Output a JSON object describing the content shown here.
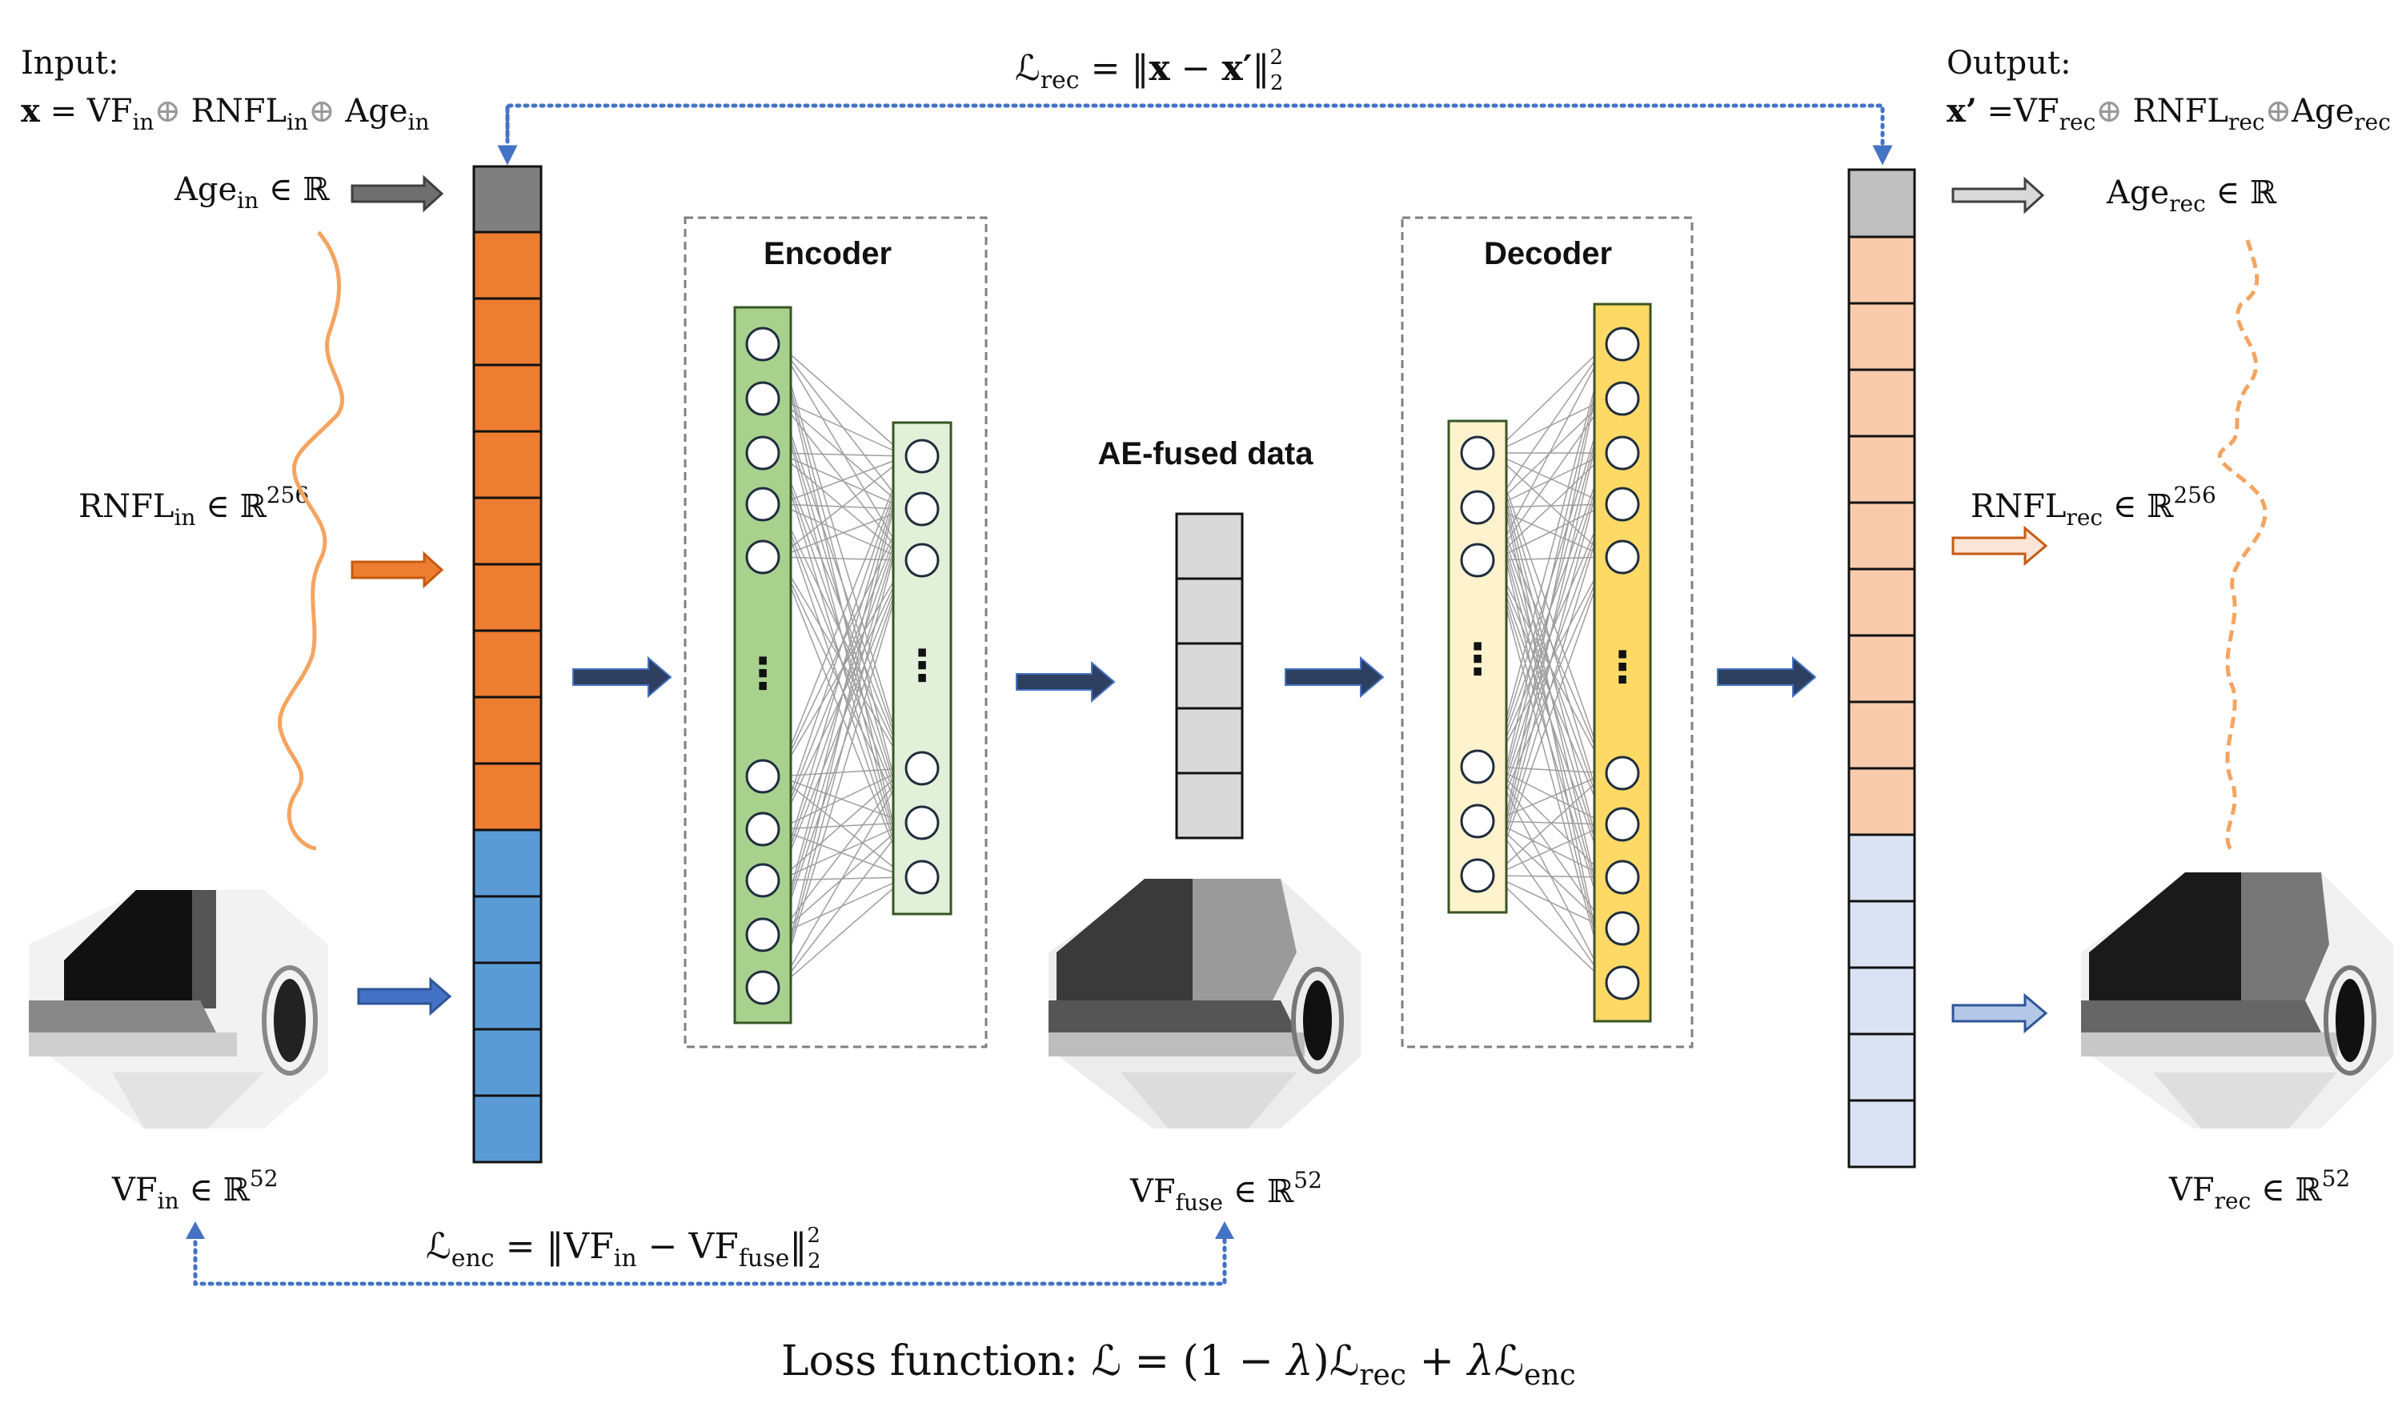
{
  "input": {
    "heading": "Input:",
    "formula": {
      "x": "x",
      "eq": " = VF",
      "vf_sub": "in",
      "p1": "⊕",
      "rnfl": " RNFL",
      "rnfl_sub": "in",
      "p2": "⊕",
      "age": " Age",
      "age_sub": "in"
    }
  },
  "output": {
    "heading": "Output:",
    "formula": {
      "x": "x’",
      "eq": " =VF",
      "vf_sub": "rec",
      "p1": "⊕",
      "rnfl": " RNFL",
      "rnfl_sub": "rec",
      "p2": "⊕",
      "age": "Age",
      "age_sub": "rec"
    }
  },
  "labels": {
    "age_in": {
      "base": "Age",
      "sub": "in",
      "rest": " ∈ ℝ"
    },
    "rnfl_in": {
      "base": "RNFL",
      "sub": "in",
      "rest": " ∈ ℝ",
      "sup": "256"
    },
    "vf_in": {
      "base": "VF",
      "sub": "in",
      "rest": " ∈ ℝ",
      "sup": "52"
    },
    "vf_fuse": {
      "base": "VF",
      "sub": "fuse",
      "rest": " ∈ ℝ",
      "sup": "52"
    },
    "age_rec": {
      "base": "Age",
      "sub": "rec",
      "rest": " ∈ ℝ"
    },
    "rnfl_rec": {
      "base": "RNFL",
      "sub": "rec",
      "rest": " ∈ ℝ",
      "sup": "256"
    },
    "vf_rec": {
      "base": "VF",
      "sub": "rec",
      "rest": " ∈ ℝ",
      "sup": "52"
    }
  },
  "encoder": {
    "title": "Encoder"
  },
  "decoder": {
    "title": "Decoder"
  },
  "fused": {
    "title": "AE-fused data"
  },
  "dots": "⋮",
  "loss_rec": {
    "L": "ℒ",
    "sub": "rec",
    "eq": " = ‖",
    "x": "x",
    "minus": " − ",
    "xp": "x′",
    "close": "‖",
    "sup": "2",
    "sub2": "2"
  },
  "loss_enc": {
    "L": "ℒ",
    "sub": "enc",
    "eq": " = ‖VF",
    "sub_a": "in",
    "minus": " − VF",
    "sub_b": "fuse",
    "close": "‖",
    "sup": "2",
    "sub2": "2"
  },
  "loss_total": {
    "label": "Loss function:  ",
    "L": "ℒ",
    "eq": " = (1 − ",
    "lam": "λ",
    "close": ")",
    "L2": "ℒ",
    "sub_rec": "rec",
    "plus": " + ",
    "lam2": "λ",
    "L3": "ℒ",
    "sub_enc": "enc"
  },
  "colors": {
    "age_in": "#7f7f7f",
    "rnfl_in": "#ed7d31",
    "vf_in": "#5b9bd5",
    "age_rec": "#bfbfbf",
    "rnfl_rec": "#f8cbad",
    "vf_rec": "#dae3f3",
    "enc_outer": "#a9d18e",
    "enc_inner": "#e2f0d9",
    "dec_outer": "#ffd966",
    "dec_inner": "#fff2cc",
    "fused": "#d9d9d9",
    "dotted": "#4472c4",
    "arrow_dark": "#2f3f5f"
  }
}
